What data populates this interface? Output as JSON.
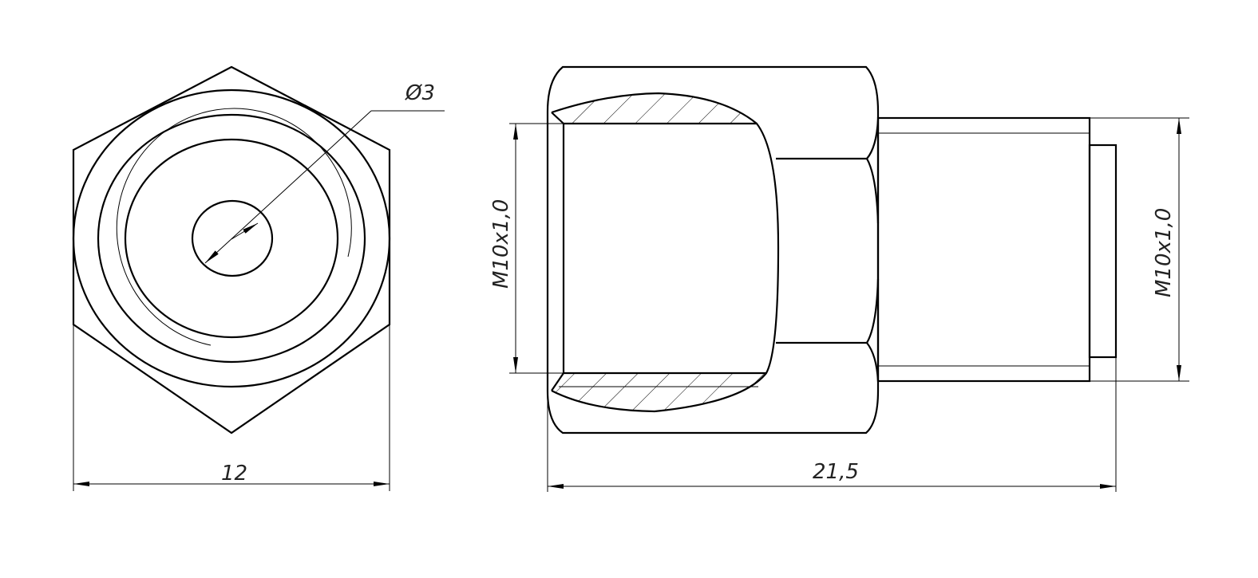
{
  "drawing": {
    "end_view": {
      "hole_diameter_label": "Ø3",
      "width_label": "12"
    },
    "side_view": {
      "inner_thread_label": "M10x1,0",
      "outer_thread_label": "M10x1,0",
      "length_label": "21,5"
    },
    "line_color": "#000000"
  }
}
